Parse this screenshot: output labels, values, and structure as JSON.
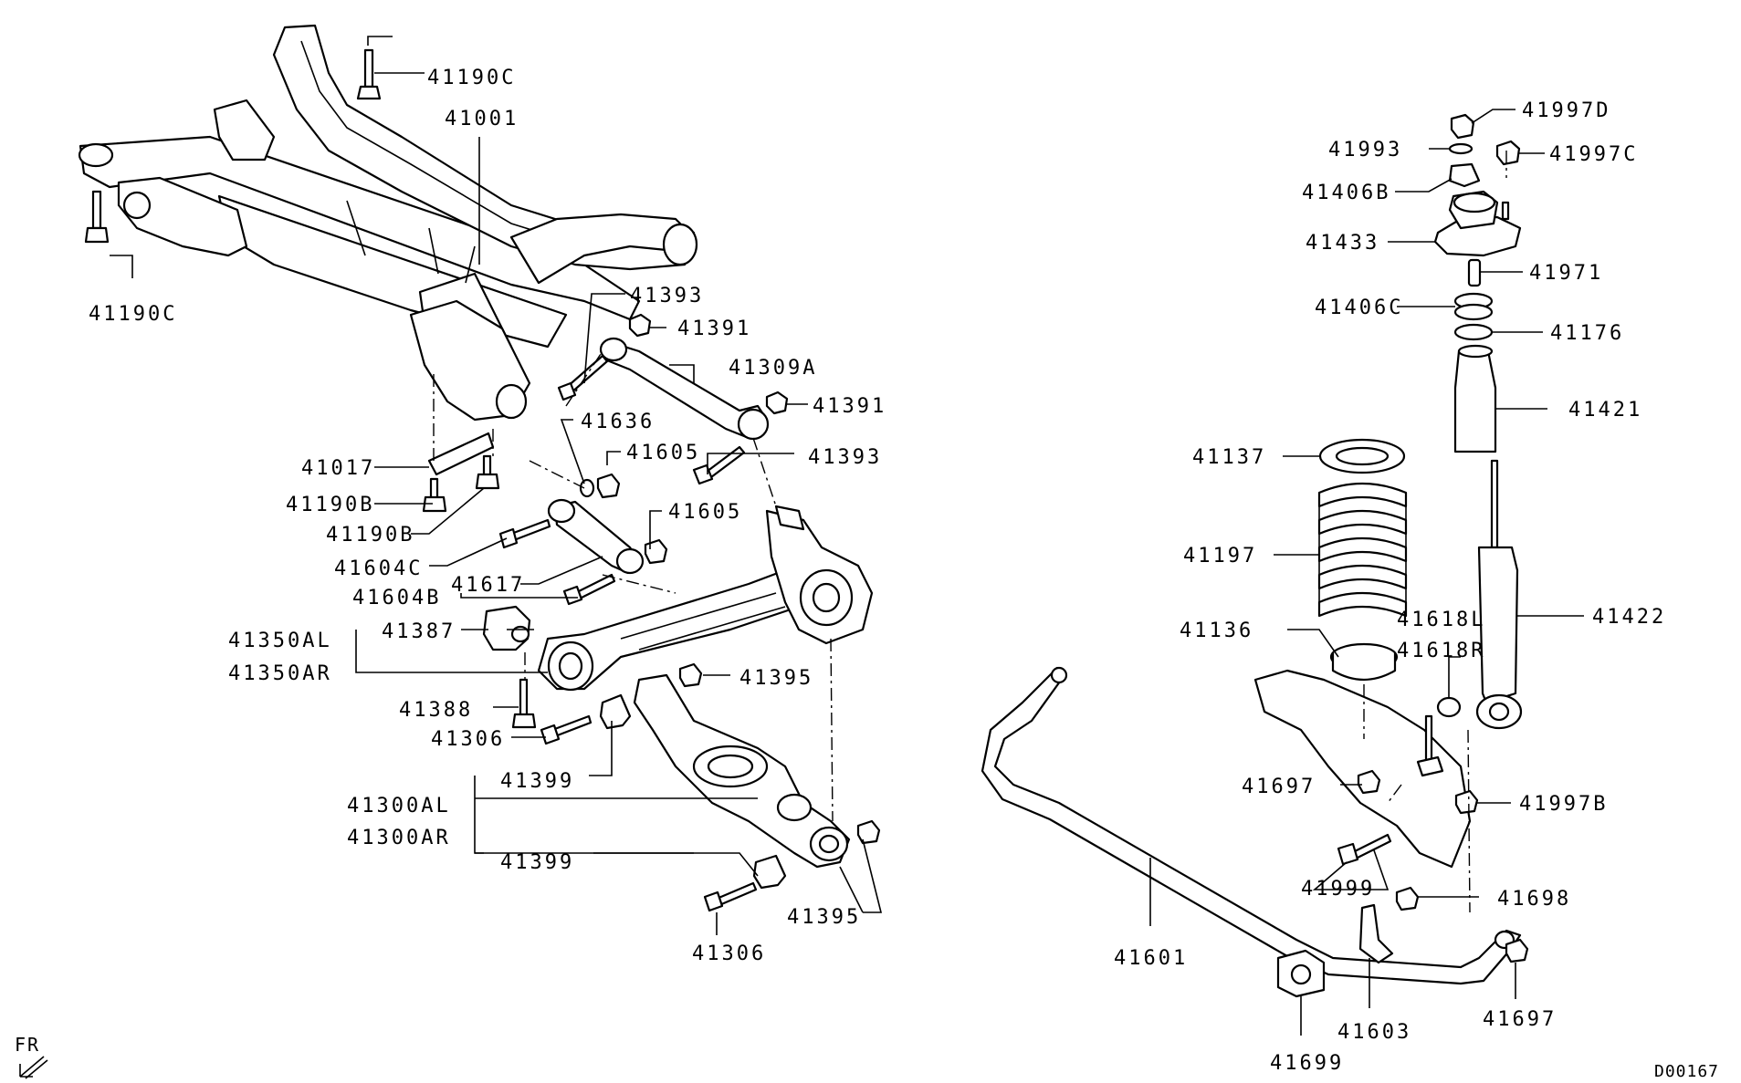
{
  "diagram_code": "D00167",
  "direction_label": "FR",
  "labels": {
    "c41190c_top": "41190C",
    "c41001": "41001",
    "c41190c_left": "41190C",
    "c41393_a": "41393",
    "c41391_a": "41391",
    "c41309a": "41309A",
    "c41391_b": "41391",
    "c41636": "41636",
    "c41605_a": "41605",
    "c41393_b": "41393",
    "c41017": "41017",
    "c41190b_a": "41190B",
    "c41190b_b": "41190B",
    "c41605_b": "41605",
    "c41604c": "41604C",
    "c41617": "41617",
    "c41604b": "41604B",
    "c41350al": "41350AL",
    "c41350ar": "41350AR",
    "c41387": "41387",
    "c41395_a": "41395",
    "c41388": "41388",
    "c41306_a": "41306",
    "c41399_a": "41399",
    "c41300al": "41300AL",
    "c41300ar": "41300AR",
    "c41399_b": "41399",
    "c41306_b": "41306",
    "c41395_b": "41395",
    "c41997d": "41997D",
    "c41993": "41993",
    "c41997c": "41997C",
    "c41406b": "41406B",
    "c41433": "41433",
    "c41971": "41971",
    "c41406c": "41406C",
    "c41176": "41176",
    "c41421": "41421",
    "c41137": "41137",
    "c41197": "41197",
    "c41422": "41422",
    "c41618l": "41618L",
    "c41136": "41136",
    "c41618r": "41618R",
    "c41697_a": "41697",
    "c41997b": "41997B",
    "c41999": "41999",
    "c41698": "41698",
    "c41601": "41601",
    "c41603": "41603",
    "c41697_b": "41697",
    "c41699": "41699"
  }
}
